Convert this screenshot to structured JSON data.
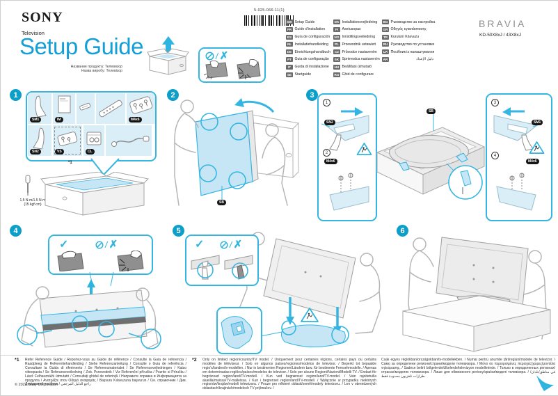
{
  "colors": {
    "accent_blue": "#14a0d6",
    "illustration_blue": "#35b6e2",
    "light_blue_fill": "#d9eef7",
    "badge_black": "#151515",
    "bravia_gray": "#8e8e8e"
  },
  "header": {
    "brand": "SONY",
    "product_type": "Television",
    "title": "Setup Guide",
    "title_alt_line1": "Название продукта: Телевизор",
    "title_alt_line2": "Назва виробу: Телевізор",
    "part_number": "5-025-066-11(1)",
    "bravia": "BRAVIA",
    "models": "KD-50X8xJ / 43X8xJ"
  },
  "language_table": {
    "col1": [
      {
        "code": "GB",
        "label": "Setup Guide"
      },
      {
        "code": "FR",
        "label": "Guide d'installation"
      },
      {
        "code": "ES",
        "label": "Guía de configuración"
      },
      {
        "code": "NL",
        "label": "Installatiehandleiding"
      },
      {
        "code": "DE",
        "label": "Einrichtungshandbuch"
      },
      {
        "code": "PT",
        "label": "Guia de configuração"
      },
      {
        "code": "IT",
        "label": "Guida di installazione"
      },
      {
        "code": "SE",
        "label": "Startguide"
      }
    ],
    "col2": [
      {
        "code": "DK",
        "label": "Installationsvejledning"
      },
      {
        "code": "FI",
        "label": "Asetusopas"
      },
      {
        "code": "NO",
        "label": "Innstillingsveiledning"
      },
      {
        "code": "PL",
        "label": "Przewodnik ustawień"
      },
      {
        "code": "CZ",
        "label": "Průvodce nastavením"
      },
      {
        "code": "SK",
        "label": "Sprievodca nastavením"
      },
      {
        "code": "HU",
        "label": "Beállítási útmutató"
      },
      {
        "code": "RO",
        "label": "Ghid de configurare"
      }
    ],
    "col3": [
      {
        "code": "BG",
        "label": "Ръководство за настройка"
      },
      {
        "code": "GR",
        "label": "Οδηγός εγκατάστασης"
      },
      {
        "code": "TR",
        "label": "Kurulum Kılavuzu"
      },
      {
        "code": "RU",
        "label": "Руководство по установке"
      },
      {
        "code": "UA",
        "label": "Посібник із налаштування"
      },
      {
        "code": "AR",
        "label": "دليل الإعداد"
      }
    ]
  },
  "steps": {
    "n1": "1",
    "n2": "2",
    "n3": "3",
    "n4": "4",
    "n5": "5",
    "n6": "6"
  },
  "substeps": {
    "s1": "1",
    "s2": "2",
    "s3": "3",
    "s4": "4"
  },
  "symbols": {
    "check": "✓",
    "cross": "✗",
    "slash": "/"
  },
  "parts": {
    "leg_right_badge": "SM1",
    "manual_badge": "IM",
    "screws_badge": "M4x6",
    "leg_left_badge": "SN2",
    "optional_screws_badge": "VS",
    "battery_badge": "CL",
    "note_marker": "*1",
    "torque_line1": "1.5 N·m/1.5 N·m",
    "torque_line2": "{15 kgf·cm}"
  },
  "step2": {
    "blanket_badge": "SB"
  },
  "step3": {
    "leg_left_badge": "SN2",
    "screws_badge_1": "M4x6",
    "blanket_badge": "SB",
    "leg_right_badge": "SM1",
    "screws_badge_2": "M4x6"
  },
  "footnotes": {
    "marker1": "*1",
    "text1": "Refer Reference Guide / Reportez-vous au Guide de référence / Consulte la Guía de referencia / Raadpleeg de Referentiehandleiding / Siehe Referenzanleitung / Consulte o Guia de referência / Consultare la Guida di riferimento / Se Referensmaterialet / Se Referencevejledningen / Katso viiteopasta / Se Referanseveiledning / Zob. Przewodnik / Viz Referenční příručka / Pozrite si Príručku / Lásd: Felhasználói útmutató / Consultați ghidul de referință / Направете справка в Информацията за продукта / Ανατρέξτε στον Οδηγό αναφοράς / Başvuru Kılavuzuna başvurun / См. справочник / Див. Довідковий посібник / راجع الدليل المرجعي",
    "marker2": "*2",
    "text2": "Only on limited region/country/TV model. / Uniquement pour certaines régions, certains pays ou certains modèles de téléviseur. / Solo en algunos países/regiones/modelos de televisor. / Beperkt tot bepaalde regio's/landen/tv-modellen. / Nur in bestimmten Regionen/Ländern bzw. für bestimmte Fernsehmodelle. / Apenas em determinadas regiões/países/modelos de televisor. / Solo per alcune Regioni/Nazioni/Modelli TV. / Endast för begränsad region/land/TV-modell. / Kun ved begrænset region/land/TV-model. / Vain rajoitetuilla alueilla/maissa/TV-malleissa. / Kun i begrenset region/land/TV-modell. / Wyłącznie w przypadku niektórych regionów/krajów/modeli telewizora. / Pouze pro některé oblasti/země/modely televizoru. / Len v obmedzených oblastiach/krajinách/modeloch TV prijímačov. /",
    "text3": "Csak egyes régiókban/országokban/tv-modellekben. / Numai pentru anumite țări/regiuni/modele de televizor. / Само за определени региони/страни/модели телевизора. / Μόνο σε περιορισμένες περιοχές/χώρες/μοντέλα τηλεόρασης. / Sadece belirli bölgelerde/ülkelerde/televizyon modellerinde. / Только в определенных регионах/странах/моделях телевизора. / Лише для обмеженого регіону/країни/моделі телевізора. / في مناطق/بلدان/طرازات تلفزيون محدودة فقط.",
    "copyright": "© 2021 Sony Corporation"
  }
}
